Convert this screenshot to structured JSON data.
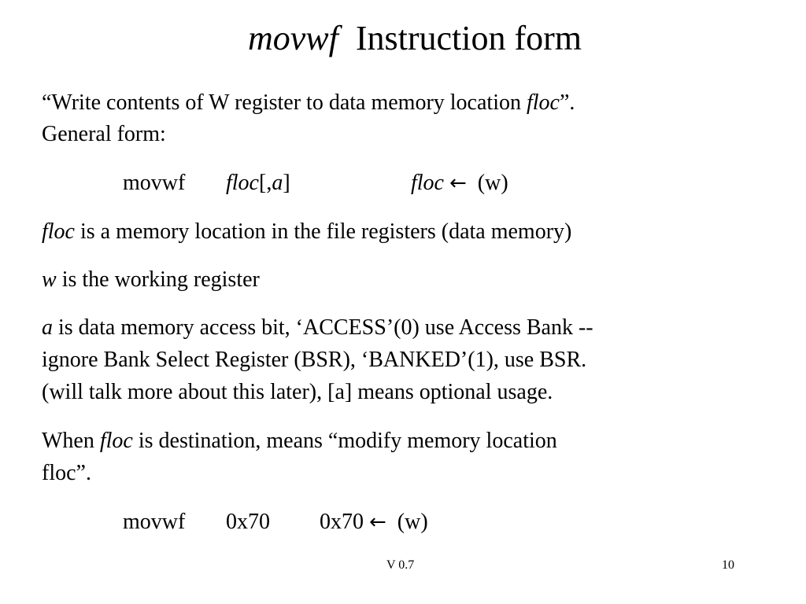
{
  "title": {
    "command": "movwf",
    "text": "Instruction form"
  },
  "intro": {
    "quote_open": "“Write contents of W register to data memory location ",
    "floc": "floc",
    "quote_close": "”.",
    "general_form": "General form:"
  },
  "syntax": {
    "mnemonic": "movwf",
    "operand_floc": "floc",
    "operand_mid": "[,",
    "operand_a": "a",
    "operand_end": "]",
    "effect_floc": "floc",
    "arrow": "←",
    "effect_w": "(w)"
  },
  "defs": {
    "floc_term": "floc",
    "floc_desc": " is a memory location in the file registers (data memory)",
    "w_term": "w",
    "w_desc": " is the working register",
    "a_term": "a",
    "a_line1": " is data memory access bit, ‘ACCESS’(0) use Access Bank --",
    "a_line2": "ignore Bank Select Register (BSR), ‘BANKED’(1), use BSR.",
    "a_line3": "(will talk more about this later), [a] means optional usage."
  },
  "destination": {
    "when": "When ",
    "floc": "floc",
    "rest_line1": " is destination, means “modify memory location",
    "line2": "floc”."
  },
  "example": {
    "mnemonic": "movwf",
    "operand": "0x70",
    "effect_dest": "0x70",
    "arrow": "←",
    "effect_w": "(w)"
  },
  "footer": {
    "version": "V 0.7",
    "page": "10"
  }
}
